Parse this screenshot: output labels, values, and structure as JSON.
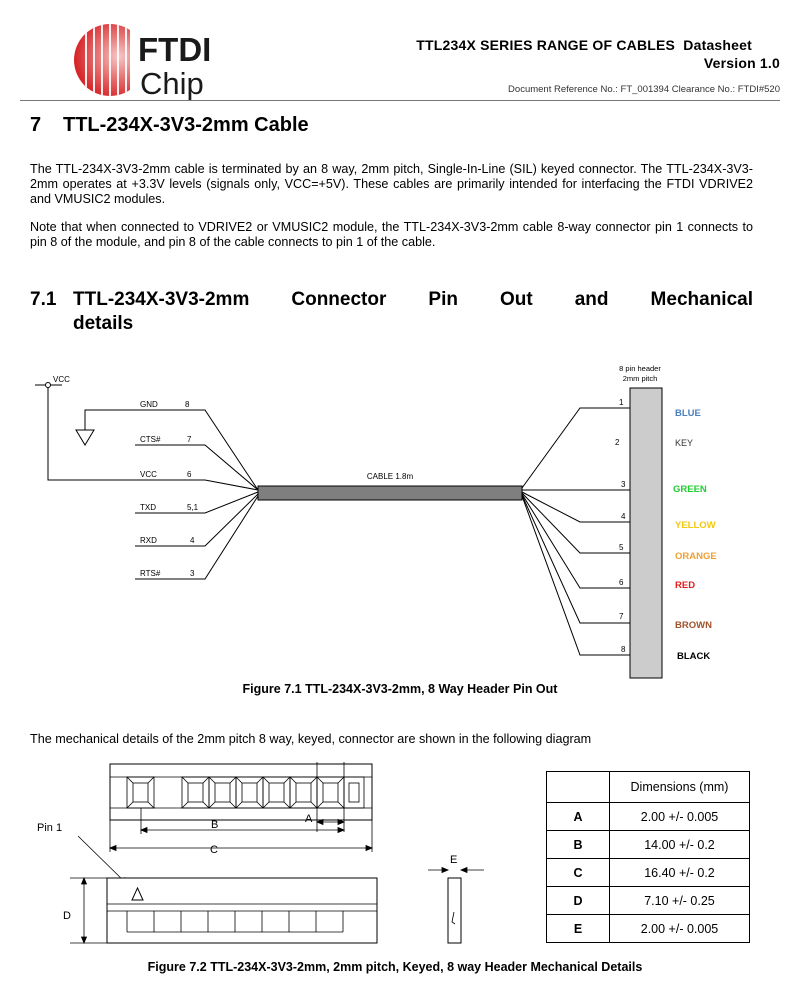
{
  "logo": {
    "line1": "FTDI",
    "line2": "Chip"
  },
  "header": {
    "series_title": "TTL234X SERIES RANGE OF CABLES",
    "doc_type": "Datasheet",
    "version": "Version 1.0",
    "doc_ref": "Document Reference No.: FT_001394  Clearance No.: FTDI#520"
  },
  "section7": {
    "number": "7",
    "title": "TTL-234X-3V3-2mm Cable",
    "para1": "The TTL-234X-3V3-2mm cable is terminated by an 8 way, 2mm pitch, Single-In-Line (SIL) keyed connector. The TTL-234X-3V3-2mm operates at +3.3V levels (signals only, VCC=+5V). These cables are primarily intended for interfacing the FTDI VDRIVE2 and VMUSIC2 modules.",
    "para2": "Note that when connected to VDRIVE2 or VMUSIC2 module, the TTL-234X-3V3-2mm cable 8-way connector pin 1 connects to pin 8 of the module, and pin 8 of the cable connects to pin 1 of the cable."
  },
  "section71": {
    "number": "7.1",
    "title_line1": "TTL-234X-3V3-2mm Connector Pin Out and Mechanical",
    "title_line2": "details"
  },
  "figure71": {
    "vcc_label": "VCC",
    "left_signals": [
      {
        "name": "GND",
        "pin": "8"
      },
      {
        "name": "CTS#",
        "pin": "7"
      },
      {
        "name": "VCC",
        "pin": "6"
      },
      {
        "name": "TXD",
        "pin": "5,1"
      },
      {
        "name": "RXD",
        "pin": "4"
      },
      {
        "name": "RTS#",
        "pin": "3"
      }
    ],
    "cable_label": "CABLE 1.8m",
    "header_label_1": "8 pin header",
    "header_label_2": "2mm pitch",
    "right_pins": [
      {
        "pin": "1",
        "color_name": "BLUE",
        "color": "#4a7fc0"
      },
      {
        "pin": "2",
        "color_name": "KEY",
        "color": "#333333"
      },
      {
        "pin": "3",
        "color_name": "GREEN",
        "color": "#22cc33"
      },
      {
        "pin": "4",
        "color_name": "YELLOW",
        "color": "#f2c811"
      },
      {
        "pin": "5",
        "color_name": "ORANGE",
        "color": "#f0a030"
      },
      {
        "pin": "6",
        "color_name": "RED",
        "color": "#e02020"
      },
      {
        "pin": "7",
        "color_name": "BROWN",
        "color": "#a0522d"
      },
      {
        "pin": "8",
        "color_name": "BLACK",
        "color": "#000000"
      }
    ],
    "caption": "Figure 7.1 TTL-234X-3V3-2mm, 8 Way Header Pin Out"
  },
  "mech_text": "The mechanical details of the 2mm pitch 8 way, keyed, connector are shown in the following diagram",
  "figure72": {
    "dim_labels": {
      "a": "A",
      "b": "B",
      "c": "C",
      "d": "D",
      "e": "E"
    },
    "pin1_label": "Pin 1",
    "table_header": "Dimensions (mm)",
    "dimensions": [
      {
        "label": "A",
        "value": "2.00 +/- 0.005"
      },
      {
        "label": "B",
        "value": "14.00 +/- 0.2"
      },
      {
        "label": "C",
        "value": "16.40 +/- 0.2"
      },
      {
        "label": "D",
        "value": "7.10 +/- 0.25"
      },
      {
        "label": "E",
        "value": "2.00 +/- 0.005"
      }
    ],
    "caption": "Figure 7.2 TTL-234X-3V3-2mm, 2mm pitch, Keyed, 8 way Header Mechanical Details"
  },
  "colors": {
    "logo_red": "#d6262a",
    "cable_gray": "#7f7f7f",
    "header_gray": "#cccccc"
  }
}
